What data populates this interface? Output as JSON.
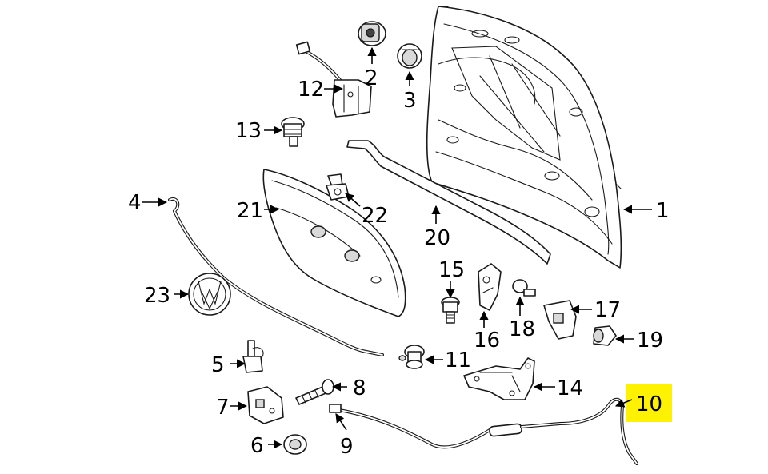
{
  "callouts": {
    "c1": "1",
    "c2": "2",
    "c3": "3",
    "c4": "4",
    "c5": "5",
    "c6": "6",
    "c7": "7",
    "c8": "8",
    "c9": "9",
    "c10": "10",
    "c11": "11",
    "c12": "12",
    "c13": "13",
    "c14": "14",
    "c15": "15",
    "c16": "16",
    "c17": "17",
    "c18": "18",
    "c19": "19",
    "c20": "20",
    "c21": "21",
    "c22": "22",
    "c23": "23"
  },
  "highlight": {
    "callout": "10",
    "color": "#fff200"
  },
  "colors": {
    "line": "#1a1a1a",
    "background": "#ffffff"
  }
}
